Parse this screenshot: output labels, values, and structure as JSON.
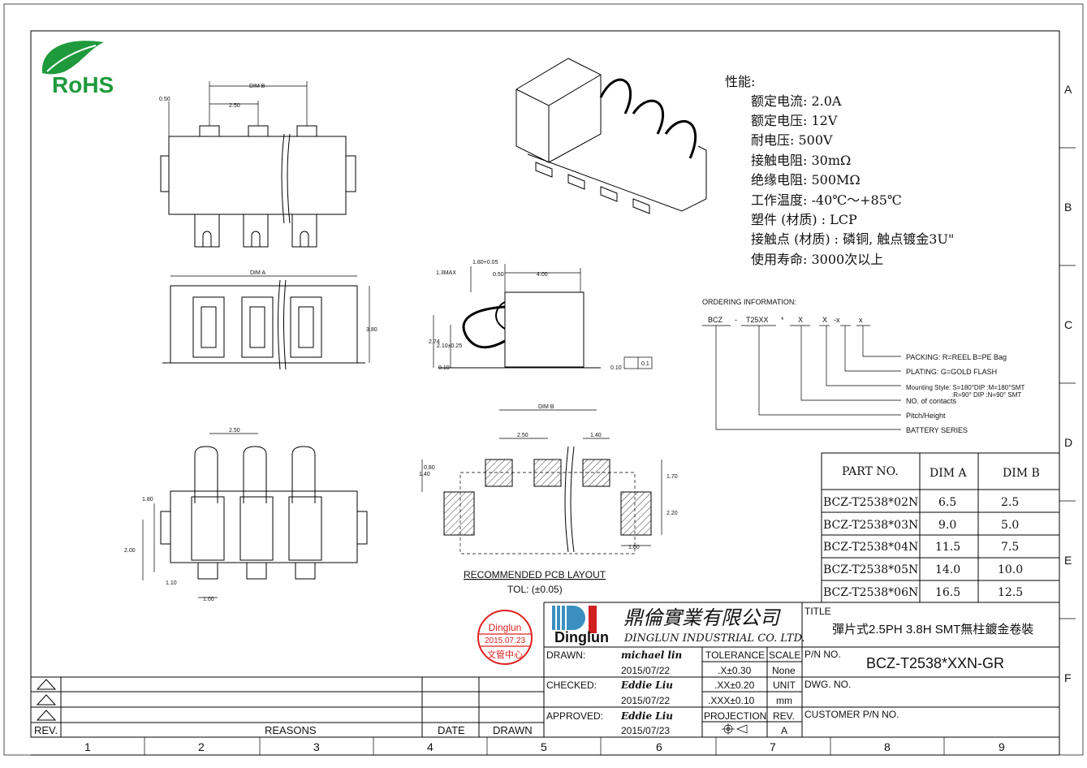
{
  "logo_rohs": "RoHS",
  "zones": {
    "letters": [
      "A",
      "B",
      "C",
      "D",
      "E",
      "F"
    ],
    "numbers": [
      "1",
      "2",
      "3",
      "4",
      "5",
      "6",
      "7",
      "8",
      "9"
    ]
  },
  "specs": {
    "heading": "性能:",
    "lines": [
      "额定电流: 2.0A",
      "额定电压: 12V",
      "耐电压: 500V",
      "接触电阻: 30mΩ",
      "绝缘电阻: 500MΩ",
      "工作温度: -40℃～+85℃",
      "塑件 (材质) : LCP",
      "接触点 (材质) : 磷铜, 触点镀金3U\"",
      "使用寿命: 3000次以上"
    ]
  },
  "ordering": {
    "title": "ORDERING  INFORMATION:",
    "code": [
      "BCZ",
      "-",
      "T25XX",
      "*",
      "X",
      "X",
      "-x",
      "x"
    ],
    "legend": [
      "PACKING: R=REEL  B=PE  Bag",
      "PLATING: G=GOLD  FLASH",
      "Mounting  Style: S=180°DIP :M=180°SMT",
      ":R=90° DIP :N=90° SMT",
      "NO.  of  contacts",
      "Pitch/Height",
      "BATTERY   SERIES"
    ]
  },
  "dims": {
    "top_view": [
      "DIM B",
      "2.50",
      "0.50"
    ],
    "front_view": [
      "DIM A",
      "3.80"
    ],
    "side_view": [
      "1.80+0.05",
      "1.3MAX",
      "0.50",
      "4.00",
      "2.74",
      "2.10±0.25",
      "0.10",
      "0.10",
      "0.1"
    ],
    "bottom_view": [
      "2.50",
      "1.80",
      "2.00",
      "1.10",
      "1.00"
    ],
    "pcb": [
      "DIM B",
      "2.50",
      "1.40",
      "0.80",
      "1.40",
      "1.70",
      "2.20",
      "1.60"
    ],
    "pcb_title": "RECOMMENDED  PCB  LAYOUT",
    "pcb_tol": "TOL: (±0.05)"
  },
  "dim_table": {
    "headers": [
      "PART NO.",
      "DIM A",
      "DIM B"
    ],
    "rows": [
      [
        "BCZ-T2538*02N",
        "6.5",
        "2.5"
      ],
      [
        "BCZ-T2538*03N",
        "9.0",
        "5.0"
      ],
      [
        "BCZ-T2538*04N",
        "11.5",
        "7.5"
      ],
      [
        "BCZ-T2538*05N",
        "14.0",
        "10.0"
      ],
      [
        "BCZ-T2538*06N",
        "16.5",
        "12.5"
      ]
    ]
  },
  "stamp": {
    "top": "Dinglun",
    "date": "2015.07.23",
    "bottom": "文管中心",
    "color": "#e02020"
  },
  "company": {
    "logo": "Dinglun",
    "name_cn": "鼎倫實業有限公司",
    "name_en": "DINGLUN INDUSTRIAL CO. LTD."
  },
  "title_block": {
    "title_label": "TITLE",
    "title": "彈片式2.5PH  3.8H  SMT無柱鍍金卷裝",
    "drawn_label": "DRAWN:",
    "drawn_by": "michael lin",
    "drawn_date": "2015/07/22",
    "checked_label": "CHECKED:",
    "checked_by": "Eddie Liu",
    "checked_date": "2015/07/22",
    "approved_label": "APPROVED:",
    "approved_by": "Eddie Liu",
    "approved_date": "2015/07/23",
    "tolerance_label": "TOLERANCE",
    "tol1": ".X±0.30",
    "tol2": ".XX±0.20",
    "tol3": ".XXX±0.10",
    "scale_label": "SCALE",
    "scale": "None",
    "unit_label": "UNIT",
    "unit": "mm",
    "projection_label": "PROJECTION",
    "rev_label": "REV.",
    "rev": "A",
    "pn_label": "P/N NO.",
    "pn": "BCZ-T2538*XXN-GR",
    "dwg_label": "DWG. NO.",
    "customer_label": "CUSTOMER P/N NO."
  },
  "revision_table": {
    "rev": "REV.",
    "reasons": "REASONS",
    "date": "DATE",
    "drawn": "DRAWN"
  }
}
